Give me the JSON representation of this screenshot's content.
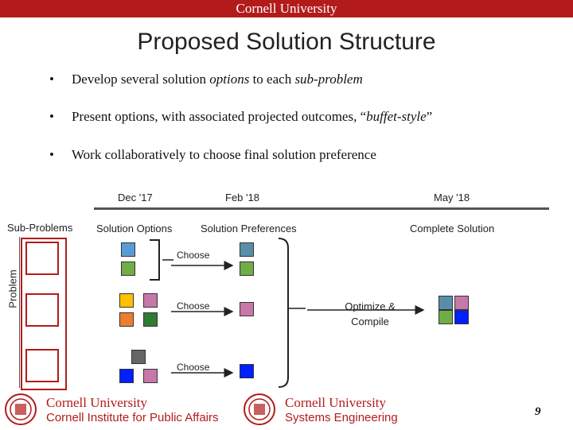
{
  "header": {
    "label": "Cornell University"
  },
  "title": "Proposed Solution Structure",
  "bullets": [
    {
      "pre": "Develop several solution ",
      "em1": "options",
      "mid": " to each ",
      "em2": "sub-problem",
      "post": ""
    },
    {
      "pre": "Present options, with associated projected outcomes, “",
      "em1": "buffet-style",
      "mid": "”",
      "em2": "",
      "post": ""
    },
    {
      "pre": "Work collaboratively to choose final solution preference",
      "em1": "",
      "mid": "",
      "em2": "",
      "post": ""
    }
  ],
  "timeline": {
    "dates": [
      "Dec '17",
      "Feb '18",
      "May '18"
    ]
  },
  "stages": [
    "Sub-Problems",
    "Solution Options",
    "Solution Preferences",
    "Complete Solution"
  ],
  "side_label": "Problem",
  "choose_label": "Choose",
  "optimize": {
    "line1": "Optimize &",
    "line2": "Compile"
  },
  "colors": {
    "light_blue": "#5b9bd5",
    "green": "#70ad47",
    "yellow": "#ffc000",
    "pink": "#c878a8",
    "orange": "#ed7d31",
    "dark_green": "#2e7d32",
    "gray": "#666666",
    "blue": "#0020ff",
    "steel": "#5a8ea8",
    "cornell_red": "#b31b1b"
  },
  "footer": {
    "logo1_line1": "Cornell University",
    "logo1_line2": "Cornell Institute for Public Affairs",
    "logo2_line1": "Cornell University",
    "logo2_line2": "Systems Engineering",
    "page": "9"
  }
}
